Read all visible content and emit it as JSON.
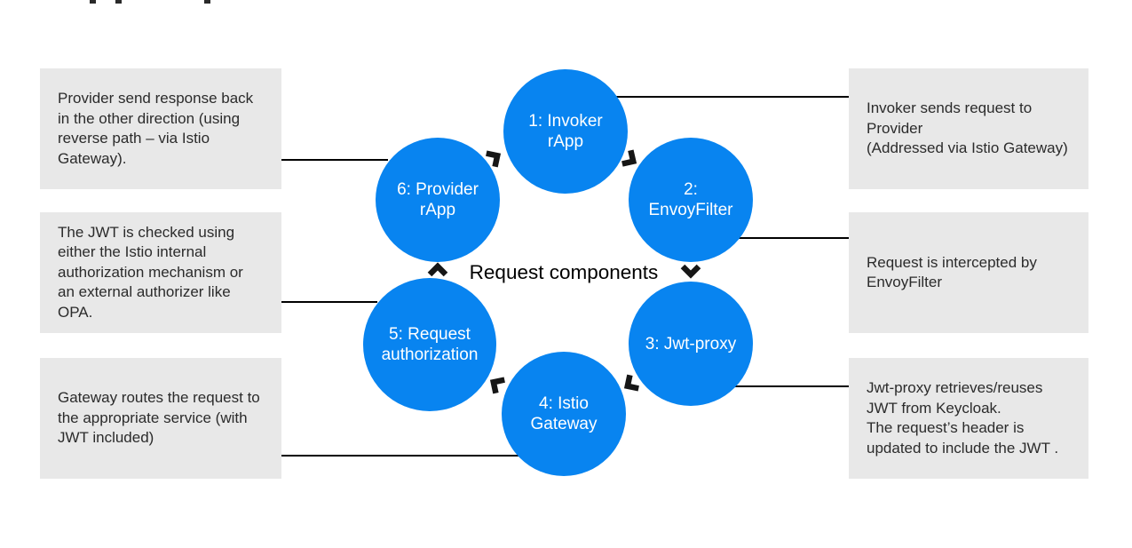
{
  "diagram": {
    "center_label": "Request components",
    "nodes": [
      {
        "id": "1",
        "label": "1: Invoker\nrApp"
      },
      {
        "id": "2",
        "label": "2:\nEnvoyFilter"
      },
      {
        "id": "3",
        "label": "3: Jwt-proxy"
      },
      {
        "id": "4",
        "label": "4: Istio\nGateway"
      },
      {
        "id": "5",
        "label": "5: Request\nauthorization"
      },
      {
        "id": "6",
        "label": "6: Provider\nrApp"
      }
    ],
    "notes": [
      {
        "side": "left",
        "text": "Provider send response back\nin the other direction (using\nreverse path – via Istio\nGateway)."
      },
      {
        "side": "left",
        "text": "The JWT is checked using\neither the Istio internal\nauthorization mechanism or\nan external authorizer like\nOPA."
      },
      {
        "side": "left",
        "text": "Gateway routes the request to\nthe appropriate service (with\nJWT included)"
      },
      {
        "side": "right",
        "text": "Invoker sends request to\nProvider\n(Addressed via Istio Gateway)"
      },
      {
        "side": "right",
        "text": "Request is intercepted by\nEnvoyFilter"
      },
      {
        "side": "right",
        "text": "Jwt-proxy retrieves/reuses\nJWT from Keycloak.\nThe request’s header is\nupdated to include the JWT ."
      }
    ],
    "colors": {
      "node_fill": "#0884f0",
      "node_text": "#ffffff",
      "note_fill": "#e8e8e8",
      "note_text": "#2b2b2b",
      "arrow": "#161616",
      "connector": "#000000",
      "center_text": "#000000"
    }
  }
}
